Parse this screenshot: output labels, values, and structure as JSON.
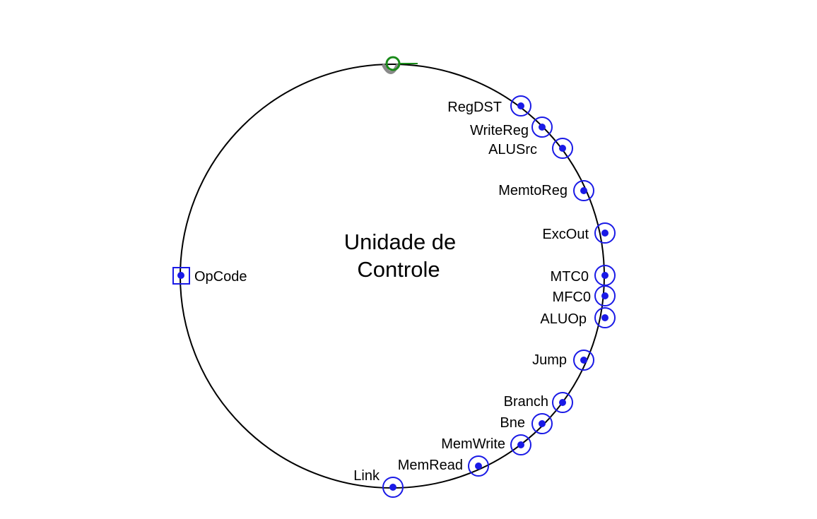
{
  "component": {
    "title_line1": "Unidade de",
    "title_line2": "Controle"
  },
  "input_pin": {
    "label": "OpCode"
  },
  "output_pins": [
    {
      "label": "RegDST"
    },
    {
      "label": "WriteReg"
    },
    {
      "label": "ALUSrc"
    },
    {
      "label": "MemtoReg"
    },
    {
      "label": "ExcOut"
    },
    {
      "label": "MTC0"
    },
    {
      "label": "MFC0"
    },
    {
      "label": "ALUOp"
    },
    {
      "label": "Jump"
    },
    {
      "label": "Branch"
    },
    {
      "label": "Bne"
    },
    {
      "label": "MemWrite"
    },
    {
      "label": "MemRead"
    },
    {
      "label": "Link"
    }
  ],
  "colors": {
    "outline": "#000000",
    "pin": "#1a1ae6",
    "anchor": "#1a8a1a",
    "anchor_shadow": "#8a8a8a"
  }
}
